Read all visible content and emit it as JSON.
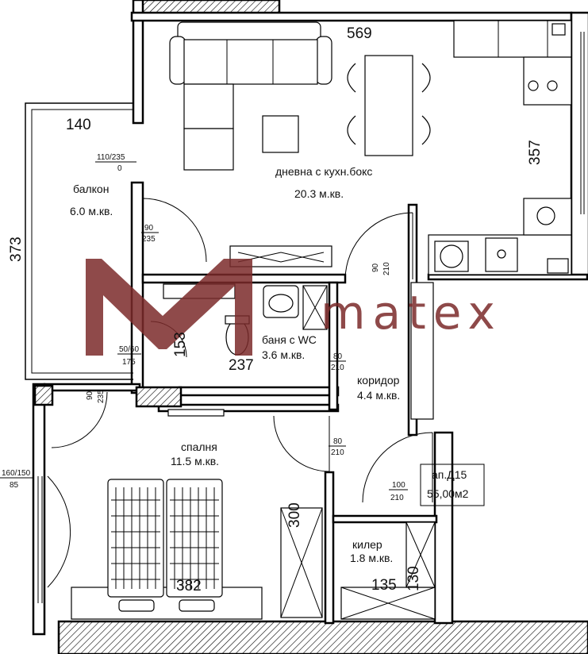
{
  "rooms": {
    "living_name": "дневна с кухн.бокс",
    "living_area": "20.3 м.кв.",
    "balcony_name": "балкон",
    "balcony_area": "6.0 м.кв.",
    "bath_name": "баня с WC",
    "bath_area": "3.6 м.кв.",
    "corridor_name": "коридор",
    "corridor_area": "4.4 м.кв.",
    "bedroom_name": "спалня",
    "bedroom_area": "11.5 м.кв.",
    "closet_name": "килер",
    "closet_area": "1.8 м.кв."
  },
  "apartment": {
    "id": "ап.Д15",
    "area": "55,00м2"
  },
  "dimensions": {
    "d569": "569",
    "d140": "140",
    "d357": "357",
    "d373": "373",
    "d153": "153",
    "d237": "237",
    "d300": "300",
    "d382": "382",
    "d135": "135",
    "d130": "130"
  },
  "openings": {
    "o1_top": "110/235",
    "o1_bot": "0",
    "o2_top": "90",
    "o2_bot": "235",
    "o3_top": "90",
    "o3_bot": "210",
    "o4_top": "50/60",
    "o4_bot": "175",
    "o5_top": "80",
    "o5_bot": "210",
    "o6_top": "90",
    "o6_bot": "235",
    "o7_top": "80",
    "o7_bot": "210",
    "o8_top": "160/150",
    "o8_bot": "85",
    "o9_top": "100",
    "o9_bot": "210"
  },
  "watermark": {
    "text": "matex",
    "color": "#7b2a2a"
  }
}
